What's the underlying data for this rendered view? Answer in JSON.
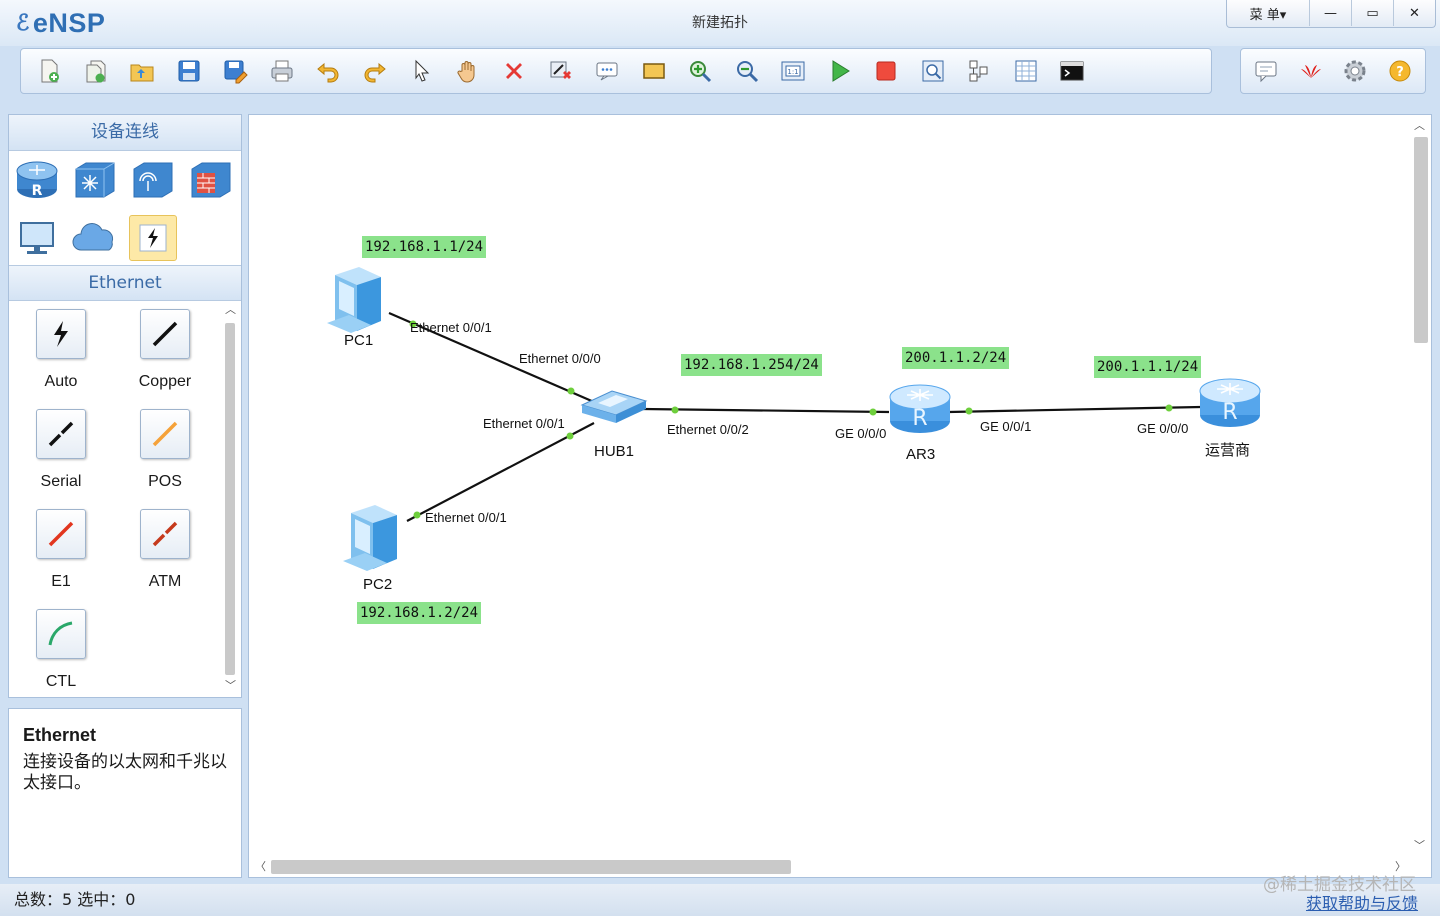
{
  "app": {
    "logo_text": "eNSP",
    "window_title": "新建拓扑",
    "menu_label": "菜 单▾"
  },
  "toolbar": {
    "icons": [
      "new-topology-icon",
      "new-example-icon",
      "open-icon",
      "save-icon",
      "save-as-icon",
      "print-icon",
      "undo-icon",
      "redo-icon",
      "select-icon",
      "pan-hand-icon",
      "delete-icon",
      "delete-link-icon",
      "text-icon",
      "rectangle-icon",
      "zoom-in-icon",
      "zoom-out-icon",
      "fit-view-icon",
      "start-device-icon",
      "stop-device-icon",
      "capture-icon",
      "topology-icon",
      "grid-icon",
      "cli-icon"
    ],
    "right_icons": [
      "chat-icon",
      "huawei-logo-icon",
      "settings-icon",
      "help-icon"
    ]
  },
  "left_panel": {
    "device_header": "设备连线",
    "devices": [
      "router-icon",
      "switch-icon",
      "wireless-icon",
      "firewall-icon",
      "pc-icon",
      "cloud-icon",
      "connection-icon"
    ],
    "cable_header": "Ethernet",
    "cables": [
      {
        "label": "Auto",
        "icon": "auto-cable-icon"
      },
      {
        "label": "Copper",
        "icon": "copper-cable-icon"
      },
      {
        "label": "Serial",
        "icon": "serial-cable-icon"
      },
      {
        "label": "POS",
        "icon": "pos-cable-icon"
      },
      {
        "label": "E1",
        "icon": "e1-cable-icon"
      },
      {
        "label": "ATM",
        "icon": "atm-cable-icon"
      },
      {
        "label": "CTL",
        "icon": "ctl-cable-icon"
      }
    ],
    "description_title": "Ethernet",
    "description_text": "连接设备的以太网和千兆以太接口。"
  },
  "topology": {
    "devices": [
      {
        "name": "PC1",
        "type": "pc"
      },
      {
        "name": "PC2",
        "type": "pc"
      },
      {
        "name": "HUB1",
        "type": "hub"
      },
      {
        "name": "AR3",
        "type": "router"
      },
      {
        "name": "运营商",
        "type": "router"
      }
    ],
    "ip_labels": [
      "192.168.1.1/24",
      "192.168.1.2/24",
      "192.168.1.254/24",
      "200.1.1.2/24",
      "200.1.1.1/24"
    ],
    "ports": [
      "Ethernet 0/0/1",
      "Ethernet 0/0/0",
      "Ethernet 0/0/1",
      "Ethernet 0/0/2",
      "Ethernet 0/0/1",
      "GE 0/0/0",
      "GE 0/0/1",
      "GE 0/0/0"
    ],
    "link_color": "#111111",
    "port_dot_color": "#6ecf3c"
  },
  "statusbar": {
    "text": "总数：5  选中：0",
    "watermark": "@稀土掘金技术社区",
    "help_link": "获取帮助与反馈"
  }
}
